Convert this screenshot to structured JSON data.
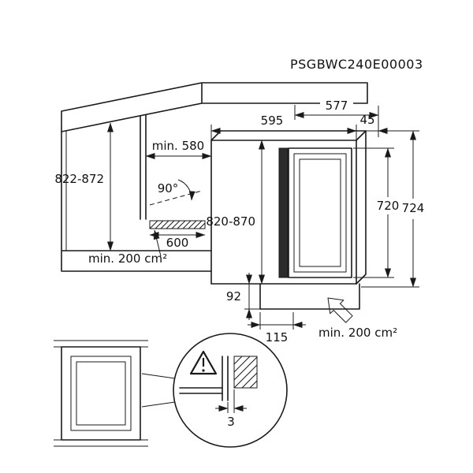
{
  "product_code": "PSGBWC240E00003",
  "labels": {
    "niche_height": "822-872",
    "niche_depth_min": "min. 580",
    "door_open_angle": "90°",
    "niche_width": "600",
    "vent_area_left": "min. 200 cm²",
    "appliance_width": "595",
    "appliance_depth": "577",
    "top_clearance": "45",
    "appliance_height": "820-870",
    "door_height": "720",
    "side_height": "724",
    "plinth_height": "92",
    "plinth_recess": "115",
    "vent_area_bottom": "min. 200 cm²",
    "door_gap": "3"
  }
}
